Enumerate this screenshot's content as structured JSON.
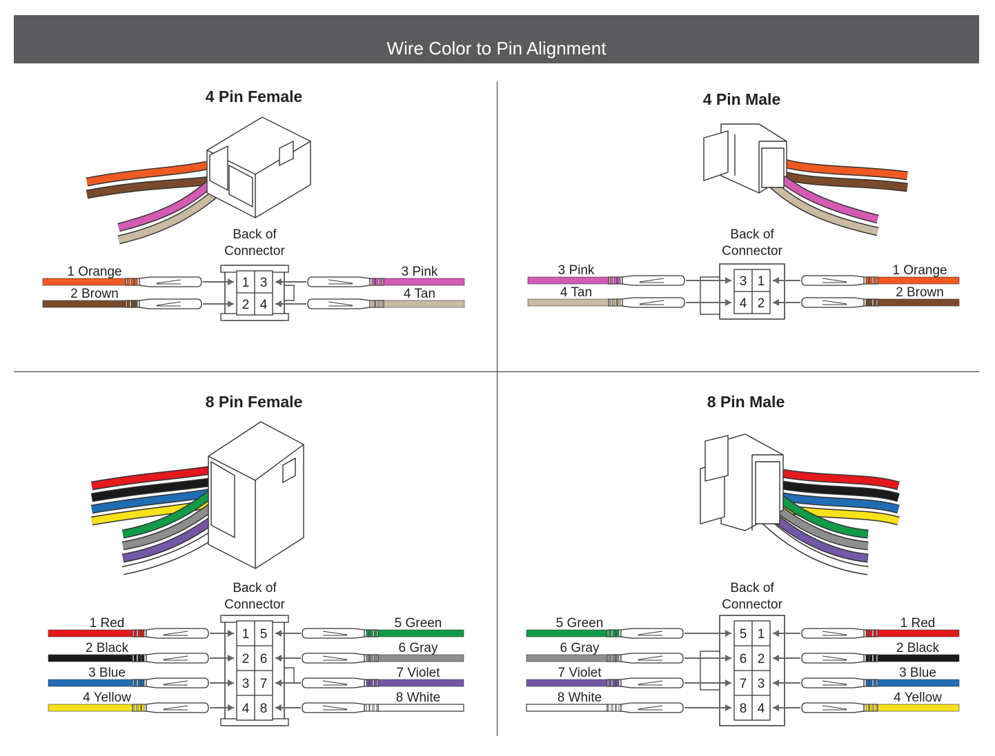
{
  "header": {
    "title": "Wire Color to Pin Alignment"
  },
  "colors": {
    "Orange": "#f05a22",
    "Brown": "#7a4b2a",
    "Pink": "#d45bb4",
    "Tan": "#c8bba2",
    "Red": "#e3191e",
    "Black": "#1a1a1a",
    "Blue": "#1f6db3",
    "Yellow": "#f8e21b",
    "Green": "#119a48",
    "Gray": "#8e8e8e",
    "Violet": "#7457a6",
    "White": "#ffffff"
  },
  "panels": [
    {
      "id": "p4f",
      "title": "4 Pin Female",
      "back_label_1": "Back of",
      "back_label_2": "Connector",
      "left_wires": [
        {
          "pin": "1",
          "label": "1 Orange",
          "color": "Orange"
        },
        {
          "pin": "2",
          "label": "2 Brown",
          "color": "Brown"
        }
      ],
      "right_wires": [
        {
          "pin": "3",
          "label": "3 Pink",
          "color": "Pink"
        },
        {
          "pin": "4",
          "label": "4 Tan",
          "color": "Tan"
        }
      ],
      "grid": [
        [
          "1",
          "3"
        ],
        [
          "2",
          "4"
        ]
      ]
    },
    {
      "id": "p4m",
      "title": "4 Pin Male",
      "back_label_1": "Back of",
      "back_label_2": "Connector",
      "left_wires": [
        {
          "pin": "3",
          "label": "3 Pink",
          "color": "Pink"
        },
        {
          "pin": "4",
          "label": "4 Tan",
          "color": "Tan"
        }
      ],
      "right_wires": [
        {
          "pin": "1",
          "label": "1 Orange",
          "color": "Orange"
        },
        {
          "pin": "2",
          "label": "2 Brown",
          "color": "Brown"
        }
      ],
      "grid": [
        [
          "3",
          "1"
        ],
        [
          "4",
          "2"
        ]
      ]
    },
    {
      "id": "p8f",
      "title": "8 Pin Female",
      "back_label_1": "Back of",
      "back_label_2": "Connector",
      "left_wires": [
        {
          "pin": "1",
          "label": "1 Red",
          "color": "Red"
        },
        {
          "pin": "2",
          "label": "2 Black",
          "color": "Black"
        },
        {
          "pin": "3",
          "label": "3 Blue",
          "color": "Blue"
        },
        {
          "pin": "4",
          "label": "4 Yellow",
          "color": "Yellow"
        }
      ],
      "right_wires": [
        {
          "pin": "5",
          "label": "5 Green",
          "color": "Green"
        },
        {
          "pin": "6",
          "label": "6 Gray",
          "color": "Gray"
        },
        {
          "pin": "7",
          "label": "7 Violet",
          "color": "Violet"
        },
        {
          "pin": "8",
          "label": "8 White",
          "color": "White"
        }
      ],
      "grid": [
        [
          "1",
          "5"
        ],
        [
          "2",
          "6"
        ],
        [
          "3",
          "7"
        ],
        [
          "4",
          "8"
        ]
      ]
    },
    {
      "id": "p8m",
      "title": "8 Pin Male",
      "back_label_1": "Back of",
      "back_label_2": "Connector",
      "left_wires": [
        {
          "pin": "5",
          "label": "5 Green",
          "color": "Green"
        },
        {
          "pin": "6",
          "label": "6 Gray",
          "color": "Gray"
        },
        {
          "pin": "7",
          "label": "7 Violet",
          "color": "Violet"
        },
        {
          "pin": "8",
          "label": "8 White",
          "color": "White"
        }
      ],
      "right_wires": [
        {
          "pin": "1",
          "label": "1 Red",
          "color": "Red"
        },
        {
          "pin": "2",
          "label": "2 Black",
          "color": "Black"
        },
        {
          "pin": "3",
          "label": "3 Blue",
          "color": "Blue"
        },
        {
          "pin": "4",
          "label": "4 Yellow",
          "color": "Yellow"
        }
      ],
      "grid": [
        [
          "5",
          "1"
        ],
        [
          "6",
          "2"
        ],
        [
          "7",
          "3"
        ],
        [
          "8",
          "4"
        ]
      ]
    }
  ]
}
